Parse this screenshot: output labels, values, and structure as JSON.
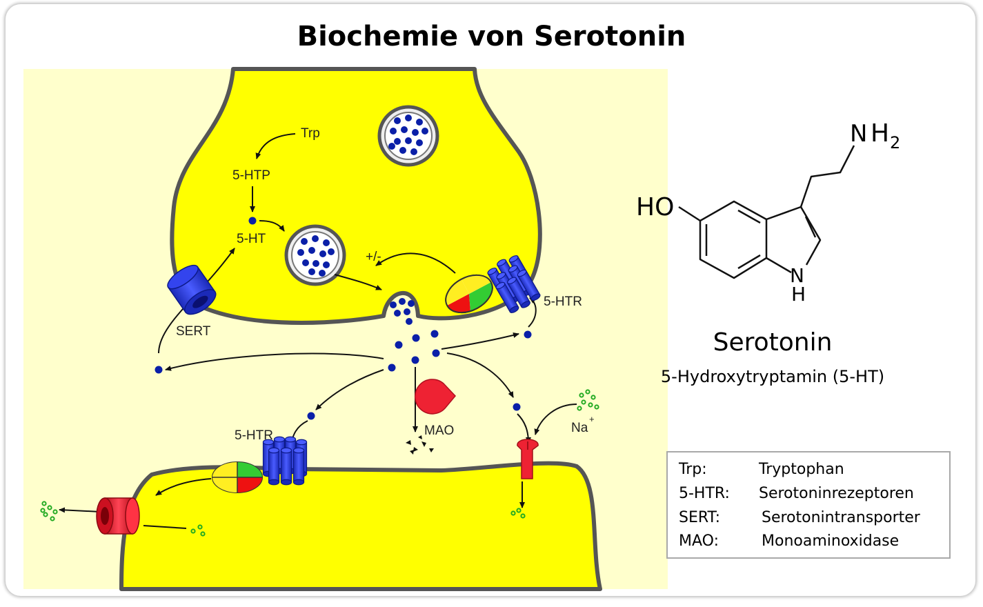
{
  "title": "Biochemie von Serotonin",
  "labels": {
    "trp": "Trp",
    "htp": "5-HTP",
    "ht": "5-HT",
    "plusminus": "+/-",
    "htr_right": "5-HTR",
    "sert": "SERT",
    "htr_bottom": "5-HTR",
    "mao": "MAO",
    "na": "Na",
    "na_charge": "+"
  },
  "molecule": {
    "ho": "HO",
    "n_amine": "N",
    "h2": "H",
    "h2_sub": "2",
    "n_ring": "N",
    "h_ring": "H"
  },
  "caption": {
    "name": "Serotonin",
    "subtitle": "5-Hydroxytryptamin (5-HT)"
  },
  "legend": {
    "rows": [
      {
        "key": "Trp:",
        "value": "Tryptophan"
      },
      {
        "key": "5-HTR:",
        "value": "Serotoninrezeptoren"
      },
      {
        "key": "SERT:",
        "value": "Serotonintransporter"
      },
      {
        "key": "MAO:",
        "value": "Monoaminoxidase"
      }
    ]
  },
  "colors": {
    "cytoplasm": "#ffff00",
    "cleft": "#ffffcc",
    "membrane": "#555555",
    "serotonin_dot": "#0a1fa8",
    "receptor": "#3344ee",
    "mao": "#ee2233",
    "ion": "#22aa22"
  }
}
